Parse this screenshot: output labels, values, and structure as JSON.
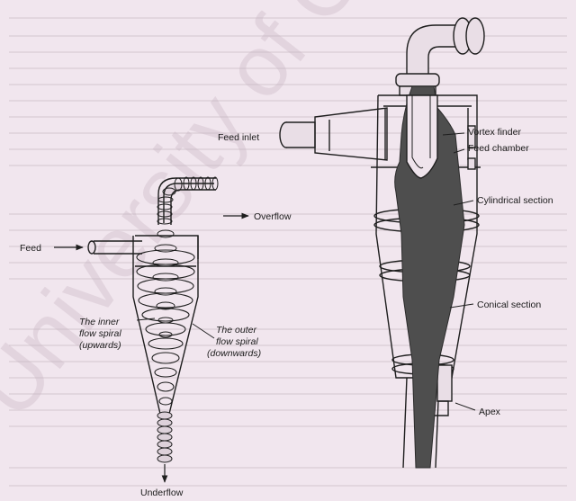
{
  "watermark": "University of Ca",
  "left_diagram": {
    "feed": "Feed",
    "overflow": "Overflow",
    "underflow": "Underflow",
    "inner_spiral": [
      "The inner",
      "flow spiral",
      "(upwards)"
    ],
    "outer_spiral": [
      "The outer",
      "flow spiral",
      "(downwards)"
    ]
  },
  "right_diagram": {
    "feed_inlet": "Feed inlet",
    "vortex_finder": "Vortex finder",
    "feed_chamber": "Feed chamber",
    "cylindrical_section": "Cylindrical section",
    "conical_section": "Conical section",
    "apex": "Apex"
  },
  "colors": {
    "background": "#f1e6ee",
    "ink": "#1e1e1e",
    "flow_fill": "#4e4e4e"
  }
}
